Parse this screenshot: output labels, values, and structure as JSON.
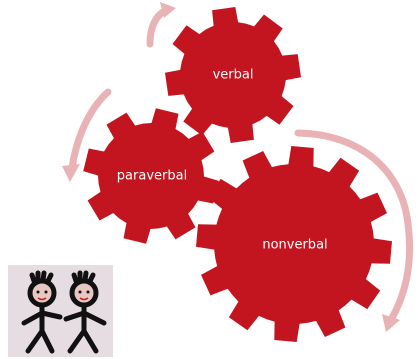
{
  "diagram": {
    "gears": [
      {
        "id": "verbal",
        "label": "verbal"
      },
      {
        "id": "paraverbal",
        "label": "paraverbal"
      },
      {
        "id": "nonverbal",
        "label": "nonverbal"
      }
    ],
    "arrows": [
      {
        "from": "paraverbal",
        "to": "verbal"
      },
      {
        "from": "verbal",
        "to": "paraverbal"
      },
      {
        "from": "nonverbal",
        "to": "nonverbal"
      }
    ],
    "colors": {
      "gear": "#c3151f",
      "arrow": "#e9b3b6",
      "label": "#ffffff"
    }
  },
  "photo": {
    "description_icon": "two-stick-figures-icon"
  }
}
